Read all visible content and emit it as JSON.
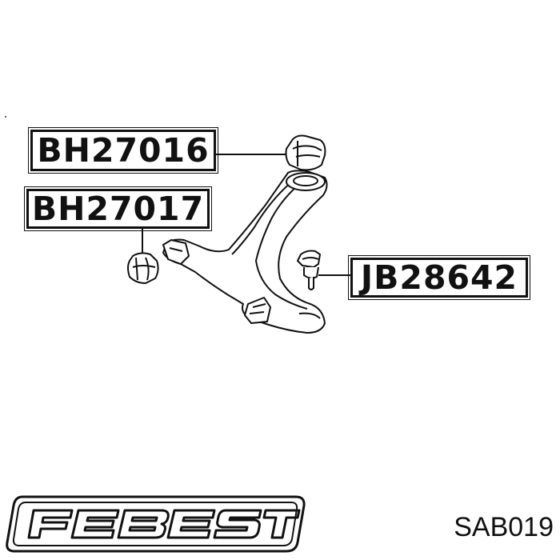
{
  "parts": {
    "upper_bushing": "BH27016",
    "lower_bushing": "BH27017",
    "ball_joint": "JB28642"
  },
  "brand": {
    "name": "FEBEST",
    "logo_icon": "febest-logo"
  },
  "article": {
    "code": "SAB019"
  },
  "colors": {
    "ink": "#111111",
    "background": "#ffffff"
  }
}
